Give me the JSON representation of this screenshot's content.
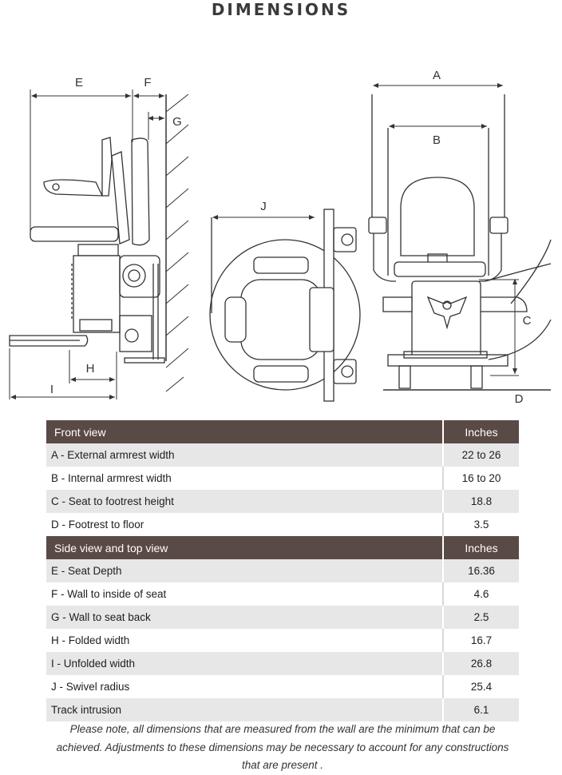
{
  "page": {
    "title": "DIMENSIONS"
  },
  "diagram": {
    "labels": {
      "a": "A",
      "b": "B",
      "c": "C",
      "d": "D",
      "e": "E",
      "f": "F",
      "g": "G",
      "h": "H",
      "i": "I",
      "j": "J"
    }
  },
  "table": {
    "front_header": {
      "label": "Front view",
      "unit": "Inches"
    },
    "front_rows": [
      {
        "label": "A -  External armrest width",
        "value": "22 to 26"
      },
      {
        "label": "B - Internal armrest width",
        "value": "16 to 20"
      },
      {
        "label": "C - Seat to footrest height",
        "value": "18.8"
      },
      {
        "label": "D - Footrest to floor",
        "value": "3.5"
      }
    ],
    "side_header": {
      "label": "Side view and top view",
      "unit": "Inches"
    },
    "side_rows": [
      {
        "label": "E - Seat Depth",
        "value": "16.36"
      },
      {
        "label": "F - Wall to inside of seat",
        "value": "4.6"
      },
      {
        "label": "G - Wall to seat back",
        "value": "2.5"
      },
      {
        "label": "H - Folded width",
        "value": "16.7"
      },
      {
        "label": "I - Unfolded width",
        "value": "26.8"
      },
      {
        "label": "J - Swivel radius",
        "value": "25.4"
      },
      {
        "label": "Track intrusion",
        "value": "6.1"
      }
    ]
  },
  "note": {
    "line1": "Please note, all dimensions that are measured from the wall are the minimum that can be",
    "line2": "achieved. Adjustments to these dimensions may be necessary to account for any constructions",
    "line3": "that are present ."
  }
}
